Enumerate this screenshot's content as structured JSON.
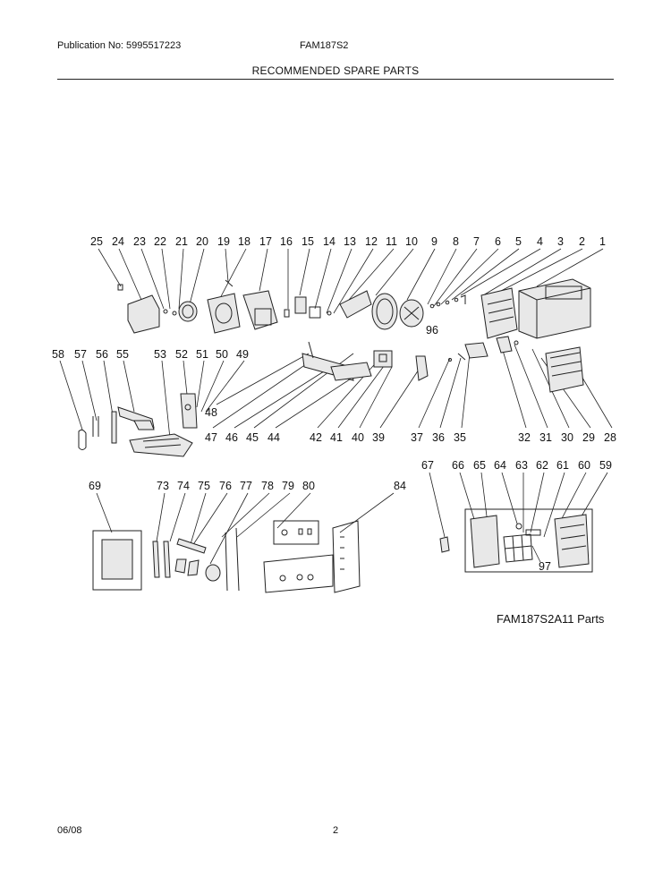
{
  "header": {
    "publication": "Publication No: 5995517223",
    "model": "FAM187S2",
    "title": "RECOMMENDED SPARE PARTS"
  },
  "diagram": {
    "caption": "FAM187S2A11 Parts",
    "callouts": {
      "row1": [
        "25",
        "24",
        "23",
        "22",
        "21",
        "20",
        "19",
        "18",
        "17",
        "16",
        "15",
        "14",
        "13",
        "12",
        "11",
        "10",
        "9",
        "8",
        "7",
        "6",
        "5",
        "4",
        "3",
        "2",
        "1"
      ],
      "row2_top": [
        "58",
        "57",
        "56",
        "55",
        "53",
        "52",
        "51",
        "50",
        "49"
      ],
      "row2_bottom": [
        "48",
        "47",
        "46",
        "45",
        "44",
        "42",
        "41",
        "40",
        "39",
        "37",
        "36",
        "35",
        "32",
        "31",
        "30",
        "29",
        "28"
      ],
      "row2_extra": [
        "96"
      ],
      "row3": [
        "69",
        "73",
        "74",
        "75",
        "76",
        "77",
        "78",
        "79",
        "80",
        "84",
        "67",
        "66",
        "65",
        "64",
        "63",
        "62",
        "61",
        "60",
        "59",
        "97"
      ]
    }
  },
  "footer": {
    "date": "06/08",
    "page": "2"
  }
}
